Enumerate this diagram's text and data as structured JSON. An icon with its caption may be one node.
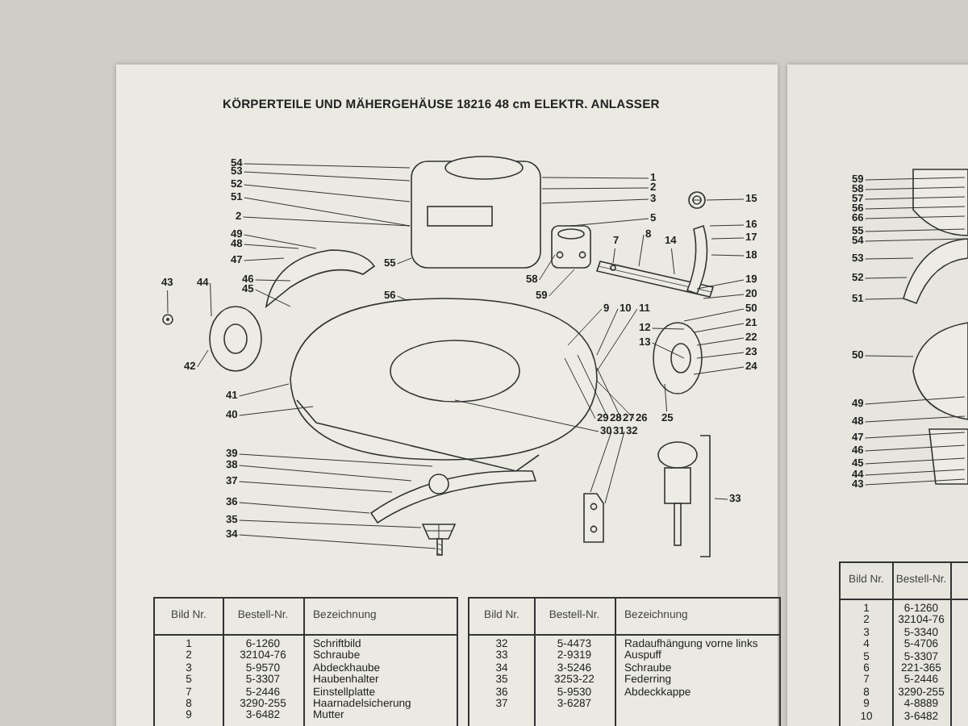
{
  "diagram": {
    "title": "KÖRPERTEILE UND MÄHERGEHÄUSE 18216 48 cm ELEKTR. ANLASSER",
    "nodes": [
      {
        "text": [
          "54"
        ]
      },
      {
        "text": [
          "53"
        ]
      },
      {
        "text": [
          "52"
        ]
      },
      {
        "text": [
          "51"
        ]
      },
      {
        "text": [
          "2"
        ]
      },
      {
        "text": [
          "49"
        ]
      },
      {
        "text": [
          "48"
        ]
      },
      {
        "text": [
          "47"
        ]
      },
      {
        "text": [
          "46"
        ]
      },
      {
        "text": [
          "45"
        ]
      },
      {
        "text": [
          "43"
        ]
      },
      {
        "text": [
          "44"
        ]
      },
      {
        "text": [
          "42"
        ]
      },
      {
        "text": [
          "41"
        ]
      },
      {
        "text": [
          "40"
        ]
      },
      {
        "text": [
          "39"
        ]
      },
      {
        "text": [
          "38"
        ]
      },
      {
        "text": [
          "37"
        ]
      },
      {
        "text": [
          "36"
        ]
      },
      {
        "text": [
          "35"
        ]
      },
      {
        "text": [
          "34"
        ]
      },
      {
        "text": [
          "55"
        ]
      },
      {
        "text": [
          "56"
        ]
      },
      {
        "text": [
          "1"
        ]
      },
      {
        "text": [
          "2"
        ]
      },
      {
        "text": [
          "3"
        ]
      },
      {
        "text": [
          "5"
        ]
      },
      {
        "text": [
          "7"
        ]
      },
      {
        "text": [
          "8"
        ]
      },
      {
        "text": [
          "14"
        ]
      },
      {
        "text": [
          "15"
        ]
      },
      {
        "text": [
          "16"
        ]
      },
      {
        "text": [
          "17"
        ]
      },
      {
        "text": [
          "18"
        ]
      },
      {
        "text": [
          "19"
        ]
      },
      {
        "text": [
          "20"
        ]
      },
      {
        "text": [
          "50"
        ]
      },
      {
        "text": [
          "21"
        ]
      },
      {
        "text": [
          "22"
        ]
      },
      {
        "text": [
          "23"
        ]
      },
      {
        "text": [
          "24"
        ]
      },
      {
        "text": [
          "9"
        ]
      },
      {
        "text": [
          "10"
        ]
      },
      {
        "text": [
          "11"
        ]
      },
      {
        "text": [
          "12"
        ]
      },
      {
        "text": [
          "13"
        ]
      },
      {
        "text": [
          "58"
        ]
      },
      {
        "text": [
          "59"
        ]
      },
      {
        "text": [
          "29"
        ]
      },
      {
        "text": [
          "28"
        ]
      },
      {
        "text": [
          "27"
        ]
      },
      {
        "text": [
          "26"
        ]
      },
      {
        "text": [
          "25"
        ]
      },
      {
        "text": [
          "30"
        ]
      },
      {
        "text": [
          "31"
        ]
      },
      {
        "text": [
          "32"
        ]
      },
      {
        "text": [
          "33"
        ]
      },
      {
        "text": [
          "59"
        ]
      },
      {
        "text": [
          "58"
        ]
      },
      {
        "text": [
          "57"
        ]
      },
      {
        "text": [
          "56"
        ]
      },
      {
        "text": [
          "66"
        ]
      },
      {
        "text": [
          "55"
        ]
      },
      {
        "text": [
          "54"
        ]
      },
      {
        "text": [
          "53"
        ]
      },
      {
        "text": [
          "52"
        ]
      },
      {
        "text": [
          "51"
        ]
      },
      {
        "text": [
          "50"
        ]
      },
      {
        "text": [
          "49"
        ]
      },
      {
        "text": [
          "48"
        ]
      },
      {
        "text": [
          "47"
        ]
      },
      {
        "text": [
          "46"
        ]
      },
      {
        "text": [
          "45"
        ]
      },
      {
        "text": [
          "44"
        ]
      },
      {
        "text": [
          "43"
        ]
      },
      {
        "text": [],
        "shape": "picture"
      },
      {
        "text": [],
        "shape": "picture"
      },
      {
        "text": [],
        "shape": "picture"
      },
      {
        "text": [],
        "shape": "picture"
      },
      {
        "text": [],
        "shape": "picture"
      },
      {
        "text": [],
        "shape": "picture"
      },
      {
        "text": [],
        "shape": "picture"
      },
      {
        "text": [],
        "shape": "picture"
      },
      {
        "text": [],
        "shape": "picture"
      },
      {
        "text": [],
        "shape": "picture"
      },
      {
        "text": [],
        "shape": "picture"
      },
      {
        "text": [],
        "shape": "picture"
      },
      {
        "text": [],
        "shape": "picture"
      },
      {
        "text": [],
        "shape": "picture"
      },
      {
        "text": [],
        "shape": "picture"
      },
      {
        "text": [],
        "shape": "picture"
      },
      {
        "text": [],
        "shape": "picture"
      }
    ],
    "edges": [
      {
        "from": 0,
        "to": 75,
        "arrow": "none"
      },
      {
        "from": 1,
        "to": 75,
        "arrow": "none"
      },
      {
        "from": 2,
        "to": 75,
        "arrow": "none"
      },
      {
        "from": 3,
        "to": 75,
        "arrow": "none"
      },
      {
        "from": 4,
        "to": 75,
        "arrow": "none"
      },
      {
        "from": 5,
        "to": 76,
        "arrow": "none"
      },
      {
        "from": 6,
        "to": 76,
        "arrow": "none"
      },
      {
        "from": 7,
        "to": 76,
        "arrow": "none"
      },
      {
        "from": 8,
        "to": 76,
        "arrow": "none"
      },
      {
        "from": 9,
        "to": 76,
        "arrow": "none"
      },
      {
        "from": 10,
        "to": 78,
        "arrow": "none"
      },
      {
        "from": 11,
        "to": 77,
        "arrow": "none"
      },
      {
        "from": 12,
        "to": 77,
        "arrow": "none"
      },
      {
        "from": 13,
        "to": 79,
        "arrow": "none"
      },
      {
        "from": 14,
        "to": 79,
        "arrow": "none"
      },
      {
        "from": 15,
        "to": 80,
        "arrow": "none"
      },
      {
        "from": 16,
        "to": 80,
        "arrow": "none"
      },
      {
        "from": 17,
        "to": 80,
        "arrow": "none"
      },
      {
        "from": 18,
        "to": 80,
        "arrow": "none"
      },
      {
        "from": 19,
        "to": 81,
        "arrow": "none"
      },
      {
        "from": 20,
        "to": 82,
        "arrow": "none"
      },
      {
        "from": 21,
        "to": 75,
        "arrow": "none"
      },
      {
        "from": 22,
        "to": 79,
        "arrow": "none"
      },
      {
        "from": 23,
        "to": 75,
        "arrow": "none"
      },
      {
        "from": 24,
        "to": 75,
        "arrow": "none"
      },
      {
        "from": 25,
        "to": 75,
        "arrow": "none"
      },
      {
        "from": 26,
        "to": 83,
        "arrow": "none"
      },
      {
        "from": 27,
        "to": 84,
        "arrow": "none"
      },
      {
        "from": 28,
        "to": 84,
        "arrow": "none"
      },
      {
        "from": 29,
        "to": 84,
        "arrow": "none"
      },
      {
        "from": 30,
        "to": 85,
        "arrow": "none"
      },
      {
        "from": 31,
        "to": 86,
        "arrow": "none"
      },
      {
        "from": 32,
        "to": 86,
        "arrow": "none"
      },
      {
        "from": 33,
        "to": 86,
        "arrow": "none"
      },
      {
        "from": 34,
        "to": 86,
        "arrow": "none"
      },
      {
        "from": 35,
        "to": 84,
        "arrow": "none"
      },
      {
        "from": 36,
        "to": 87,
        "arrow": "none"
      },
      {
        "from": 37,
        "to": 87,
        "arrow": "none"
      },
      {
        "from": 38,
        "to": 87,
        "arrow": "none"
      },
      {
        "from": 39,
        "to": 87,
        "arrow": "none"
      },
      {
        "from": 40,
        "to": 87,
        "arrow": "none"
      },
      {
        "from": 41,
        "to": 79,
        "arrow": "none"
      },
      {
        "from": 42,
        "to": 79,
        "arrow": "none"
      },
      {
        "from": 43,
        "to": 79,
        "arrow": "none"
      },
      {
        "from": 44,
        "to": 87,
        "arrow": "none"
      },
      {
        "from": 45,
        "to": 87,
        "arrow": "none"
      },
      {
        "from": 46,
        "to": 83,
        "arrow": "none"
      },
      {
        "from": 47,
        "to": 83,
        "arrow": "none"
      },
      {
        "from": 48,
        "to": 79,
        "arrow": "none"
      },
      {
        "from": 49,
        "to": 79,
        "arrow": "none"
      },
      {
        "from": 50,
        "to": 79,
        "arrow": "none"
      },
      {
        "from": 51,
        "to": 79,
        "arrow": "none"
      },
      {
        "from": 52,
        "to": 87,
        "arrow": "none"
      },
      {
        "from": 53,
        "to": 79,
        "arrow": "none"
      },
      {
        "from": 54,
        "to": 88,
        "arrow": "none"
      },
      {
        "from": 55,
        "to": 88,
        "arrow": "none"
      },
      {
        "from": 56,
        "to": null,
        "arrow": "none"
      },
      {
        "from": 57,
        "to": 90,
        "arrow": "none"
      },
      {
        "from": 58,
        "to": 90,
        "arrow": "none"
      },
      {
        "from": 59,
        "to": 90,
        "arrow": "none"
      },
      {
        "from": 60,
        "to": 90,
        "arrow": "none"
      },
      {
        "from": 61,
        "to": 90,
        "arrow": "none"
      },
      {
        "from": 62,
        "to": 90,
        "arrow": "none"
      },
      {
        "from": 63,
        "to": 90,
        "arrow": "none"
      },
      {
        "from": 64,
        "to": 90,
        "arrow": "none"
      },
      {
        "from": 65,
        "to": 90,
        "arrow": "none"
      },
      {
        "from": 66,
        "to": 90,
        "arrow": "none"
      },
      {
        "from": 67,
        "to": 91,
        "arrow": "none"
      },
      {
        "from": 68,
        "to": 91,
        "arrow": "none"
      },
      {
        "from": 69,
        "to": 91,
        "arrow": "none"
      },
      {
        "from": 70,
        "to": 91,
        "arrow": "none"
      },
      {
        "from": 71,
        "to": 91,
        "arrow": "none"
      },
      {
        "from": 72,
        "to": 91,
        "arrow": "none"
      },
      {
        "from": 73,
        "to": 91,
        "arrow": "none"
      },
      {
        "from": 74,
        "to": 91,
        "arrow": "none"
      }
    ],
    "labels": [
      "Bild Nr.",
      "Bestell-Nr.",
      "Bezeichnung",
      "1",
      "6-1260",
      "Schriftbild",
      "2",
      "32104-76",
      "Schraube",
      "3",
      "5-9570",
      "Abdeckhaube",
      "5",
      "5-3307",
      "Haubenhalter",
      "7",
      "5-2446",
      "Einstellplatte",
      "8",
      "3290-255",
      "Haarnadelsicherung",
      "9",
      "3-6482",
      "Mutter",
      "Bild Nr.",
      "Bestell-Nr.",
      "Bezeichnung",
      "32",
      "5-4473",
      "Radaufhängung vorne links",
      "33",
      "2-9319",
      "Auspuff",
      "34",
      "3-5246",
      "Schraube",
      "35",
      "3253-22",
      "Federring",
      "36",
      "5-9530",
      "Abdeckkappe",
      "37",
      "3-6287",
      "Bild Nr.",
      "Bestell-Nr.",
      "1",
      "6-1260",
      "2",
      "32104-76",
      "3",
      "5-3340",
      "4",
      "5-4706",
      "5",
      "5-3307",
      "6",
      "221-365",
      "7",
      "5-2446",
      "8",
      "3290-255",
      "9",
      "4-8889",
      "10",
      "3-6482"
    ]
  }
}
